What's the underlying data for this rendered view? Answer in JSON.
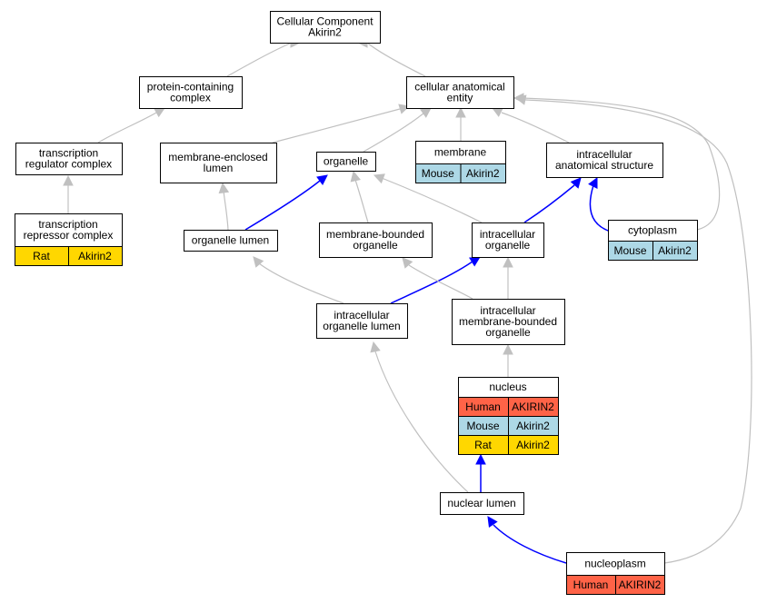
{
  "colors": {
    "Human": "#ff6347",
    "Mouse": "#add8e6",
    "Rat": "#ffd700",
    "blue_edge": "#0000ff",
    "grey_edge": "#c0c0c0"
  },
  "nodes": {
    "root": {
      "lines": [
        "Cellular Component",
        "Akirin2"
      ]
    },
    "protein_complex": {
      "lines": [
        "protein-containing",
        "complex"
      ]
    },
    "cellular_anatomical_entity": {
      "lines": [
        "cellular anatomical",
        "entity"
      ]
    },
    "transcription_regulator_complex": {
      "lines": [
        "transcription",
        "regulator complex"
      ]
    },
    "membrane_enclosed_lumen": {
      "lines": [
        "membrane-enclosed",
        "lumen"
      ]
    },
    "organelle": {
      "lines": [
        "organelle"
      ]
    },
    "membrane": {
      "lines": [
        "membrane"
      ],
      "annotations": [
        {
          "species": "Mouse",
          "gene": "Akirin2"
        }
      ]
    },
    "intracellular_anatomical_structure": {
      "lines": [
        "intracellular",
        "anatomical structure"
      ]
    },
    "transcription_repressor_complex": {
      "lines": [
        "transcription",
        "repressor complex"
      ],
      "annotations": [
        {
          "species": "Rat",
          "gene": "Akirin2"
        }
      ]
    },
    "organelle_lumen": {
      "lines": [
        "organelle lumen"
      ]
    },
    "membrane_bounded_organelle": {
      "lines": [
        "membrane-bounded",
        "organelle"
      ]
    },
    "intracellular_organelle": {
      "lines": [
        "intracellular",
        "organelle"
      ]
    },
    "cytoplasm": {
      "lines": [
        "cytoplasm"
      ],
      "annotations": [
        {
          "species": "Mouse",
          "gene": "Akirin2"
        }
      ]
    },
    "intracellular_organelle_lumen": {
      "lines": [
        "intracellular",
        "organelle lumen"
      ]
    },
    "intracellular_membrane_bounded_organelle": {
      "lines": [
        "intracellular",
        "membrane-bounded",
        "organelle"
      ]
    },
    "nucleus": {
      "lines": [
        "nucleus"
      ],
      "annotations": [
        {
          "species": "Human",
          "gene": "AKIRIN2"
        },
        {
          "species": "Mouse",
          "gene": "Akirin2"
        },
        {
          "species": "Rat",
          "gene": "Akirin2"
        }
      ]
    },
    "nuclear_lumen": {
      "lines": [
        "nuclear lumen"
      ]
    },
    "nucleoplasm": {
      "lines": [
        "nucleoplasm"
      ],
      "annotations": [
        {
          "species": "Human",
          "gene": "AKIRIN2"
        }
      ]
    }
  },
  "edges": [
    {
      "from": "protein_complex",
      "to": "root",
      "type": "is_a"
    },
    {
      "from": "cellular_anatomical_entity",
      "to": "root",
      "type": "is_a"
    },
    {
      "from": "transcription_regulator_complex",
      "to": "protein_complex",
      "type": "is_a"
    },
    {
      "from": "membrane_enclosed_lumen",
      "to": "cellular_anatomical_entity",
      "type": "is_a"
    },
    {
      "from": "organelle",
      "to": "cellular_anatomical_entity",
      "type": "is_a"
    },
    {
      "from": "membrane",
      "to": "cellular_anatomical_entity",
      "type": "is_a"
    },
    {
      "from": "intracellular_anatomical_structure",
      "to": "cellular_anatomical_entity",
      "type": "is_a"
    },
    {
      "from": "transcription_repressor_complex",
      "to": "transcription_regulator_complex",
      "type": "is_a"
    },
    {
      "from": "organelle_lumen",
      "to": "membrane_enclosed_lumen",
      "type": "is_a"
    },
    {
      "from": "organelle_lumen",
      "to": "organelle",
      "type": "part_of"
    },
    {
      "from": "membrane_bounded_organelle",
      "to": "organelle",
      "type": "is_a"
    },
    {
      "from": "intracellular_organelle",
      "to": "organelle",
      "type": "is_a"
    },
    {
      "from": "intracellular_organelle",
      "to": "intracellular_anatomical_structure",
      "type": "part_of"
    },
    {
      "from": "cytoplasm",
      "to": "intracellular_anatomical_structure",
      "type": "part_of"
    },
    {
      "from": "cytoplasm",
      "to": "cellular_anatomical_entity",
      "type": "is_a"
    },
    {
      "from": "intracellular_organelle_lumen",
      "to": "organelle_lumen",
      "type": "is_a"
    },
    {
      "from": "intracellular_organelle_lumen",
      "to": "intracellular_organelle",
      "type": "part_of"
    },
    {
      "from": "intracellular_membrane_bounded_organelle",
      "to": "membrane_bounded_organelle",
      "type": "is_a"
    },
    {
      "from": "intracellular_membrane_bounded_organelle",
      "to": "intracellular_organelle",
      "type": "is_a"
    },
    {
      "from": "nucleus",
      "to": "intracellular_membrane_bounded_organelle",
      "type": "is_a"
    },
    {
      "from": "nuclear_lumen",
      "to": "intracellular_organelle_lumen",
      "type": "is_a"
    },
    {
      "from": "nuclear_lumen",
      "to": "nucleus",
      "type": "part_of"
    },
    {
      "from": "nucleoplasm",
      "to": "nuclear_lumen",
      "type": "part_of"
    },
    {
      "from": "nucleoplasm",
      "to": "cellular_anatomical_entity",
      "type": "is_a"
    }
  ]
}
